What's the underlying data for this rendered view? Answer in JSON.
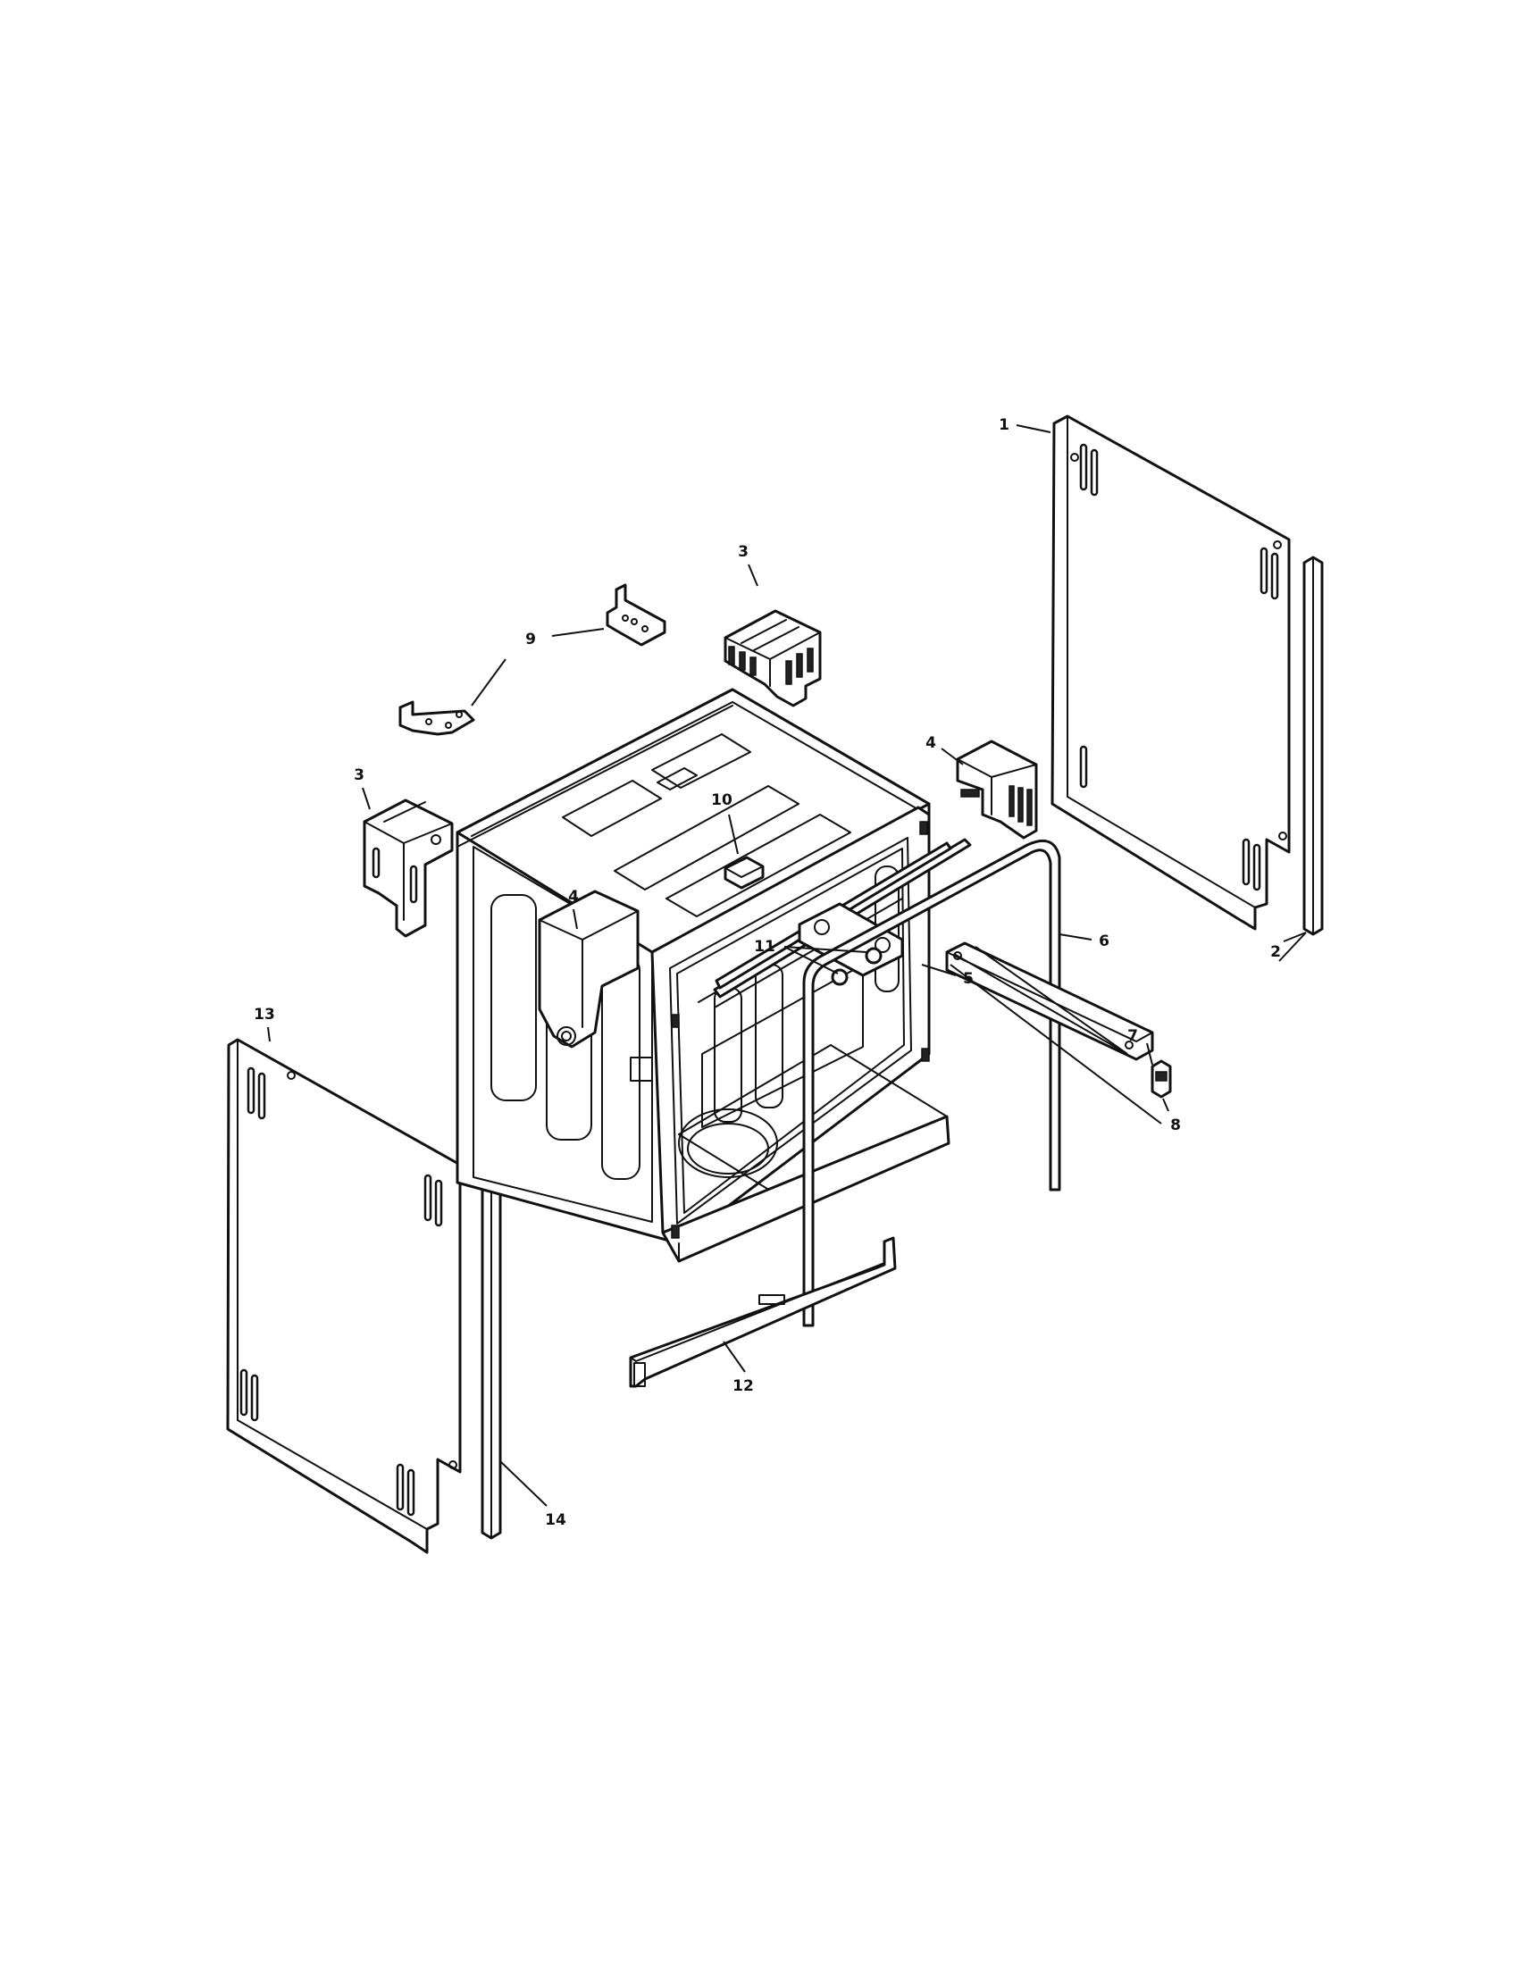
{
  "callouts": [
    {
      "id": "c1",
      "text": "1"
    },
    {
      "id": "c2",
      "text": "2"
    },
    {
      "id": "c3a",
      "text": "3"
    },
    {
      "id": "c3b",
      "text": "3"
    },
    {
      "id": "c4a",
      "text": "4"
    },
    {
      "id": "c4b",
      "text": "4"
    },
    {
      "id": "c5",
      "text": "5"
    },
    {
      "id": "c6",
      "text": "6"
    },
    {
      "id": "c7",
      "text": "7"
    },
    {
      "id": "c8",
      "text": "8"
    },
    {
      "id": "c9",
      "text": "9"
    },
    {
      "id": "c10",
      "text": "10"
    },
    {
      "id": "c11",
      "text": "11"
    },
    {
      "id": "c12",
      "text": "12"
    },
    {
      "id": "c13",
      "text": "13"
    },
    {
      "id": "c14",
      "text": "14"
    }
  ],
  "colors": {
    "line": "#111111",
    "background": "#ffffff"
  }
}
